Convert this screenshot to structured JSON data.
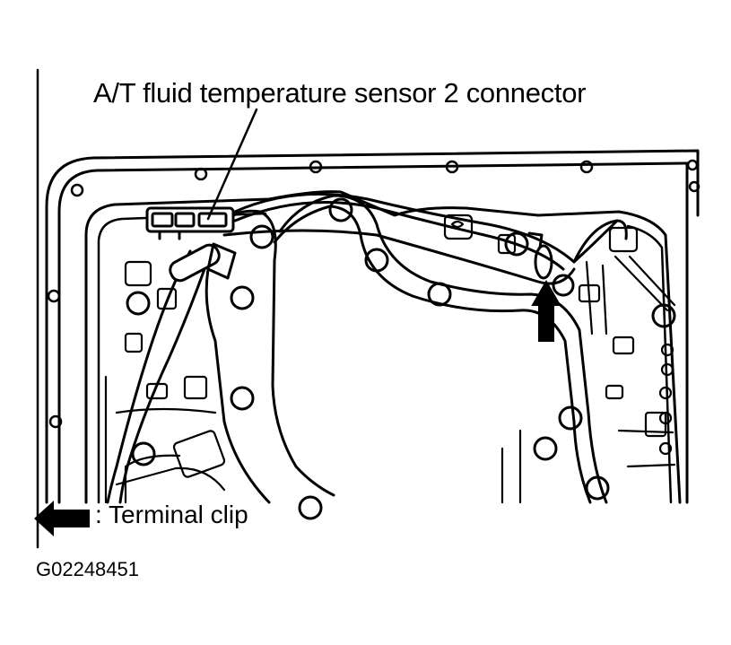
{
  "diagram": {
    "callout_label": "A/T fluid temperature sensor 2 connector",
    "legend": {
      "icon": "black-arrow-icon",
      "text": ": Terminal clip"
    },
    "figure_code": "G02248451",
    "colors": {
      "ink": "#000000",
      "background": "#ffffff"
    }
  }
}
